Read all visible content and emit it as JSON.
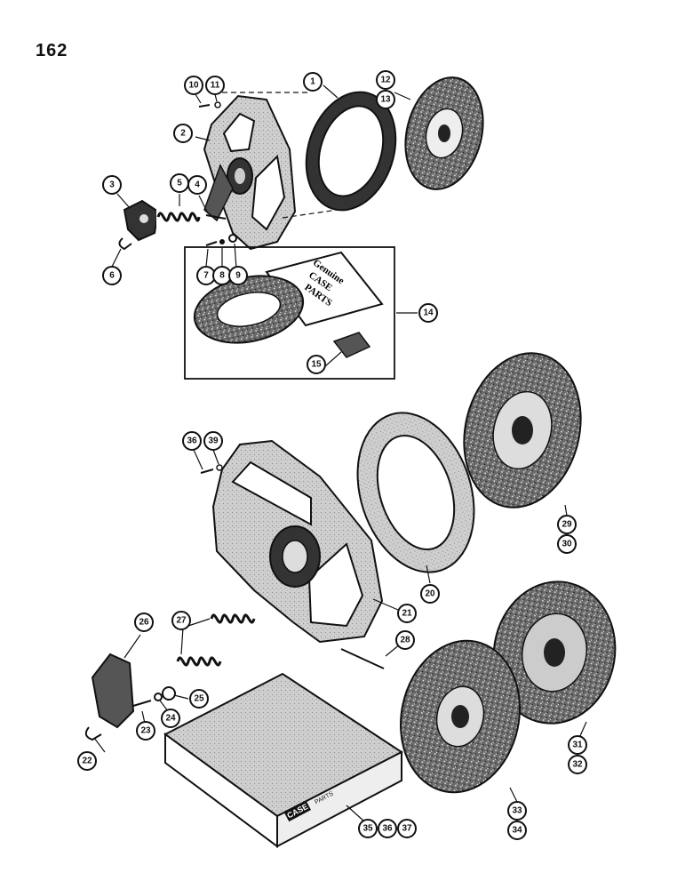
{
  "page": {
    "number": "162"
  },
  "callouts": {
    "c1": "1",
    "c2": "2",
    "c3": "3",
    "c4": "4",
    "c5": "5",
    "c6": "6",
    "c7": "7",
    "c8": "8",
    "c9": "9",
    "c10": "10",
    "c11": "11",
    "c12": "12",
    "c13": "13",
    "c14": "14",
    "c15": "15",
    "c36a": "36",
    "c39": "39",
    "c20": "20",
    "c21": "21",
    "c22": "22",
    "c23": "23",
    "c24": "24",
    "c25": "25",
    "c26": "26",
    "c27": "27",
    "c28": "28",
    "c29": "29",
    "c30": "30",
    "c31": "31",
    "c32": "32",
    "c33": "33",
    "c34": "34",
    "c35": "35",
    "c36b": "36",
    "c37": "37"
  },
  "kit_labels": {
    "top_box": [
      "Genuine",
      "CASE",
      "PARTS"
    ],
    "bottom_box_brand": "CASE",
    "bottom_box_text": "PARTS"
  }
}
